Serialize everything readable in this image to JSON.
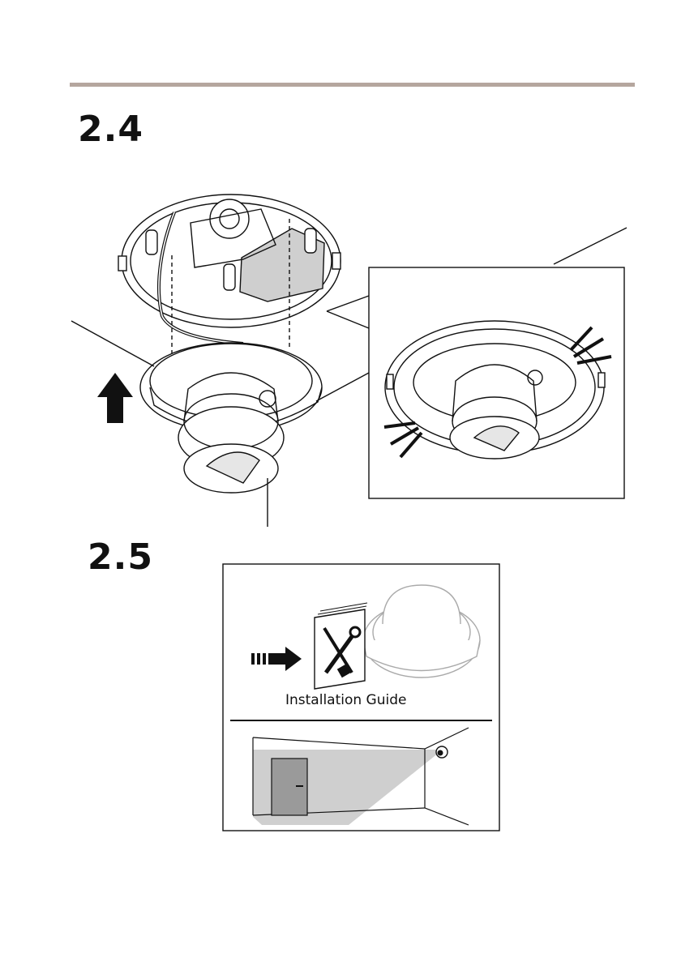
{
  "steps": [
    {
      "number": "2.4"
    },
    {
      "number": "2.5"
    }
  ],
  "guide": {
    "label": "Installation Guide"
  },
  "colors": {
    "rule": "#b5a69e",
    "line": "#111111",
    "gray_fill": "#cfcfcf",
    "door": "#9a9a9a"
  },
  "icons": [
    "up-arrow-icon",
    "dashed-arrow-icon",
    "tools-icon",
    "dome-camera-icon",
    "wall-camera-icon"
  ]
}
